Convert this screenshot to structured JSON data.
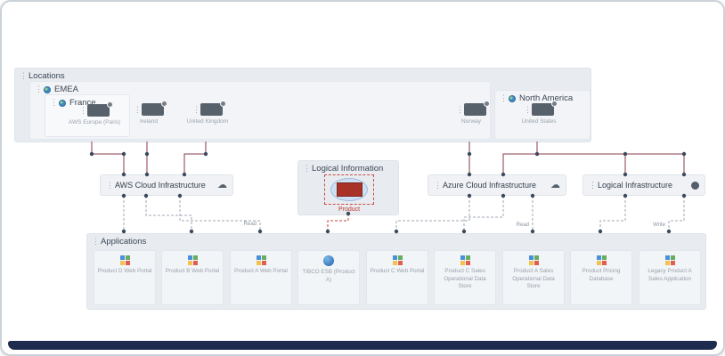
{
  "icons": {
    "drag_handle": "⋮",
    "cloud": "☁"
  },
  "colors": {
    "solid_edge": "#8a3b49",
    "dashed_edge": "#a0aab4",
    "red_edge": "#c44537",
    "endpoint_dot": "#3c4a5e",
    "product_red": "#a93226",
    "bottom_bar": "#1d2b4e"
  },
  "diagram": {
    "locations": {
      "label": "Locations",
      "emea": {
        "label": "EMEA",
        "france": {
          "label": "France",
          "node": {
            "label": "AWS Europe (Paris)"
          }
        },
        "nodes": [
          {
            "label": "Ireland"
          },
          {
            "label": "United Kingdom"
          },
          {
            "label": "Norway"
          }
        ]
      },
      "north_america": {
        "label": "North America",
        "node": {
          "label": "United States"
        }
      }
    },
    "infrastructure": {
      "aws": {
        "label": "AWS Cloud Infrastructure"
      },
      "azure": {
        "label": "Azure Cloud Infrastructure"
      },
      "logical": {
        "label": "Logical Infrastructure"
      }
    },
    "logical_information": {
      "label": "Logical Information",
      "product": {
        "label": "Product"
      }
    },
    "applications": {
      "label": "Applications",
      "items": [
        {
          "label": "Product D Web Portal"
        },
        {
          "label": "Product B Web Portal"
        },
        {
          "label": "Product A Web Portal"
        },
        {
          "label": "TIBCO ESB (Product A)"
        },
        {
          "label": "Product C Web Portal"
        },
        {
          "label": "Product C Sales Operational Data Store"
        },
        {
          "label": "Product A Sales Operational Data Store"
        },
        {
          "label": "Product Pricing Database"
        },
        {
          "label": "Legacy Product A Sales Application"
        }
      ]
    },
    "edge_labels": [
      {
        "text": "Read"
      },
      {
        "text": "Read"
      },
      {
        "text": "Write"
      }
    ]
  }
}
